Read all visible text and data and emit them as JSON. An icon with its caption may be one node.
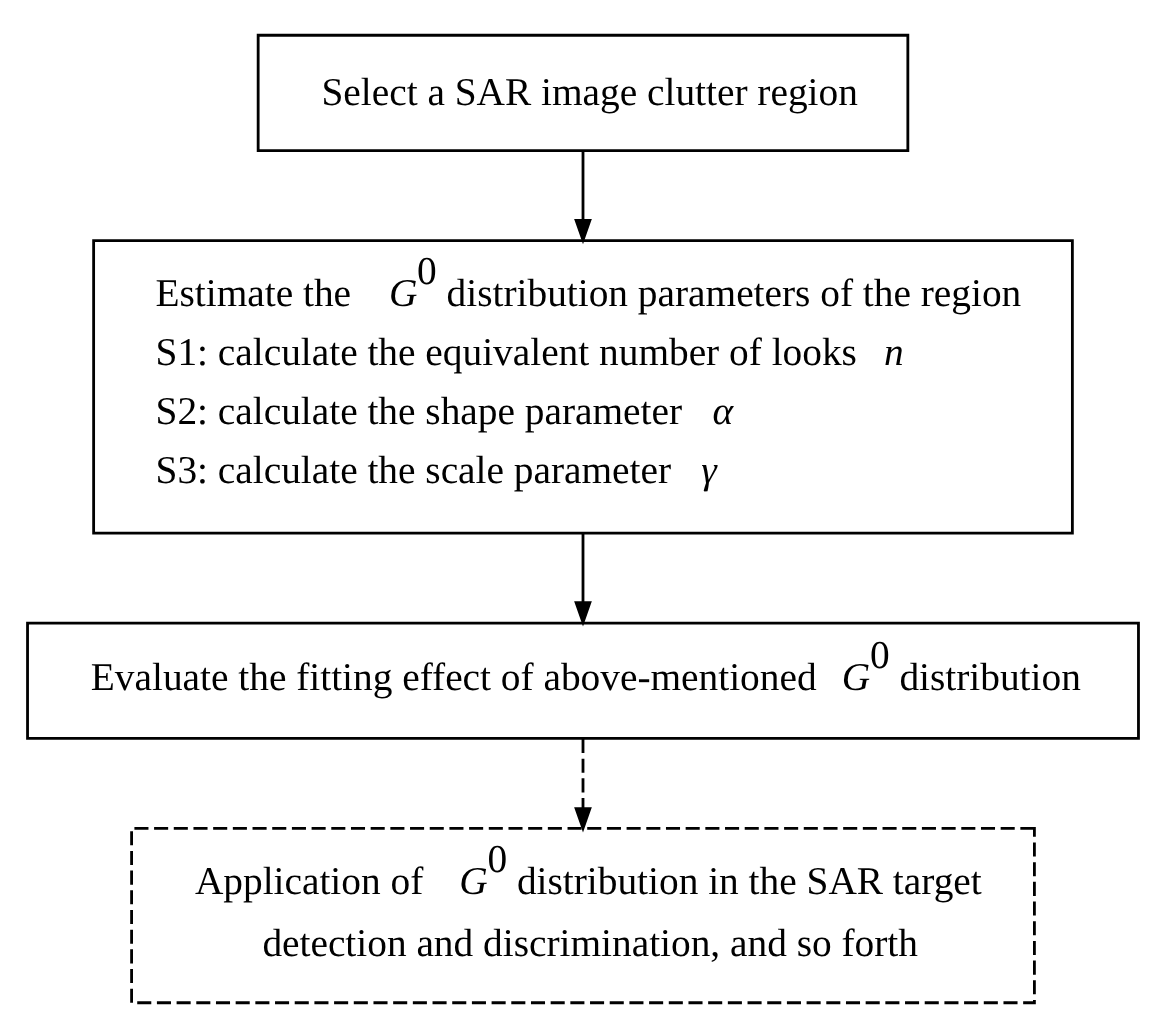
{
  "diagram": {
    "nodes": [
      {
        "text": [
          "Select a SAR image clutter region"
        ]
      },
      {
        "text": [
          "Estimate the *G*$^{0}$ distribution parameters of the region",
          "S1: calculate the equivalent number of looks *n*",
          "S2: calculate the shape parameter *α*",
          "S3: calculate the scale parameter *γ*"
        ]
      },
      {
        "text": [
          "Evaluate the fitting effect of above-mentioned *G*$^{0}$ distribution"
        ]
      },
      {
        "text": [
          "Application of *G*$^{0}$ distribution in the SAR target detection and discrimination, and so forth"
        ]
      }
    ],
    "edges": [
      {
        "from": 0,
        "to": 1,
        "arrow": "to"
      },
      {
        "from": 1,
        "to": 2,
        "arrow": "to"
      },
      {
        "from": 2,
        "to": 3,
        "arrow": "to",
        "style": "dashed"
      }
    ]
  }
}
